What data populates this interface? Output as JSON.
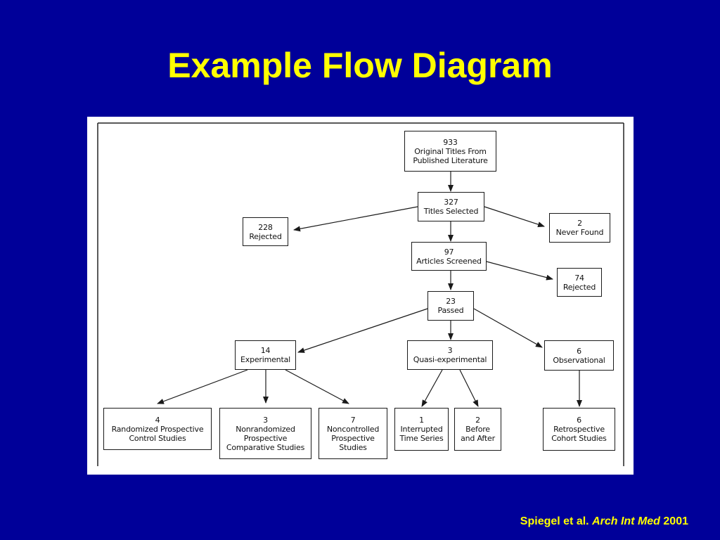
{
  "title": "Example Flow Diagram",
  "citation": {
    "authors": "Spiegel et al.",
    "journal": "Arch Int Med",
    "year": "2001"
  },
  "nodes": {
    "original": [
      "933",
      "Original Titles From",
      "Published Literature"
    ],
    "selected": [
      "327",
      "Titles Selected"
    ],
    "rejected228": [
      "228",
      "Rejected"
    ],
    "neverfound": [
      "2",
      "Never Found"
    ],
    "screened": [
      "97",
      "Articles Screened"
    ],
    "rejected74": [
      "74",
      "Rejected"
    ],
    "passed": [
      "23",
      "Passed"
    ],
    "experimental": [
      "14",
      "Experimental"
    ],
    "quasi": [
      "3",
      "Quasi-experimental"
    ],
    "observational": [
      "6",
      "Observational"
    ],
    "randomized": [
      "4",
      "Randomized Prospective",
      "Control Studies"
    ],
    "nonrandomized": [
      "3",
      "Nonrandomized",
      "Prospective",
      "Comparative Studies"
    ],
    "noncontrolled": [
      "7",
      "Noncontrolled",
      "Prospective",
      "Studies"
    ],
    "interrupted": [
      "1",
      "Interrupted",
      "Time Series"
    ],
    "beforeafter": [
      "2",
      "Before",
      "and After"
    ],
    "retrospective": [
      "6",
      "Retrospective",
      "Cohort Studies"
    ]
  }
}
